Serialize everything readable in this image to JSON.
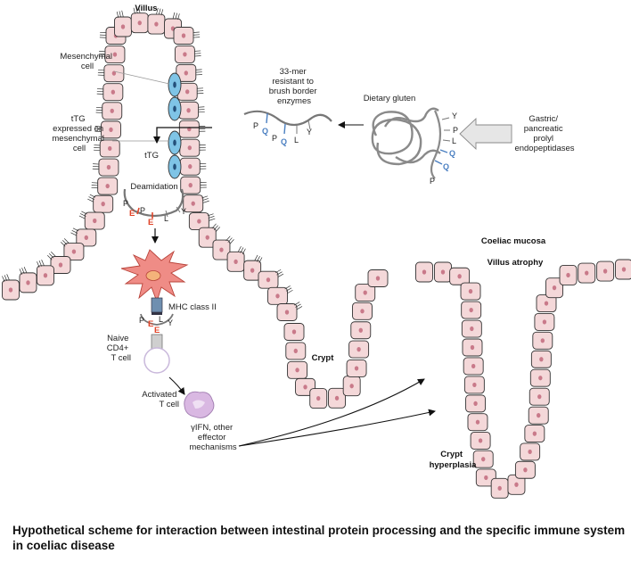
{
  "labels": {
    "villus": "Villus",
    "mesenchymal_cell": [
      "Mesenchymal",
      "cell"
    ],
    "ttg_expressed": [
      "tTG",
      "expressed on",
      "mesenchymal",
      "cell"
    ],
    "ttg": "tTG",
    "deamidation": "Deamidation",
    "mer33": [
      "33-mer",
      "resistant to",
      "brush border",
      "enzymes"
    ],
    "dietary_gluten": "Dietary gluten",
    "gastric": [
      "Gastric/",
      "pancreatic",
      "prolyl",
      "endopeptidases"
    ],
    "mhc": "MHC class II",
    "naive": [
      "Naive",
      "CD4+",
      "T cell"
    ],
    "activated": [
      "Activated",
      "T cell"
    ],
    "ifn": [
      "γIFN, other",
      "effector",
      "mechanisms"
    ],
    "crypt": "Crypt",
    "coeliac_mucosa": "Coeliac mucosa",
    "villus_atrophy": "Villus atrophy",
    "crypt_hyperplasia": [
      "Crypt",
      "hyperplasia"
    ]
  },
  "peptide_33mer": {
    "p": "P",
    "q1": "Q",
    "p2": "P",
    "q2": "Q",
    "l": "L",
    "y": "Y"
  },
  "peptide_gluten": {
    "y": "Y",
    "p": "P",
    "l": "L",
    "q1": "Q",
    "q2": "Q",
    "p2": "P"
  },
  "peptide_deamidated": {
    "p": "P",
    "e1": "E",
    "p2": "P",
    "e2": "E",
    "l": "L",
    "y": "Y"
  },
  "peptide_mhc": {
    "p": "P",
    "e1": "E",
    "l": "L",
    "y": "Y",
    "e2": "E"
  },
  "caption": "Hypothetical scheme for interaction between intestinal protein processing and the specific immune system in coeliac disease",
  "colors": {
    "cell_fill": "#f4d8d9",
    "nucleus": "#c97a8a",
    "mesenchymal": "#7fc4e6",
    "glutamine": "#4a7fc1",
    "glutamate": "#e0452a",
    "dendritic_cell": "#ef8c86",
    "activated_tcell": "#d9b8e2"
  }
}
